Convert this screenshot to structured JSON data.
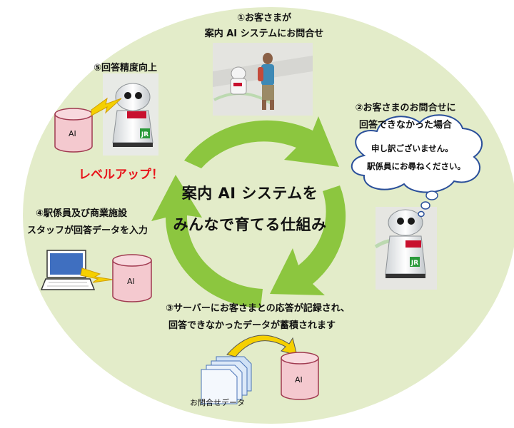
{
  "center": {
    "line1": "案内 AI システムを",
    "line2": "みんなで育てる仕組み"
  },
  "steps": {
    "s1": {
      "line1": "①お客さまが",
      "line2": "案内 AI システムにお問合せ"
    },
    "s2": {
      "line1": "②お客さまのお問合せに",
      "line2": "回答できなかった場合"
    },
    "s3": {
      "line1": "③サーバーにお客さまとの応答が記録され、",
      "line2": "回答できなかったデータが蓄積されます"
    },
    "s4": {
      "line1": "④駅係員及び商業施設",
      "line2": "スタッフが回答データを入力"
    },
    "s5": {
      "line1": "⑤回答精度向上"
    }
  },
  "level_up": "レベルアップ！",
  "bubble": {
    "line1": "申し訳ございません。",
    "line2": "駅係員にお尋ねください。"
  },
  "ai_label": "AI",
  "data_label": "お問合せデータ",
  "robot_logo": "JR",
  "colors": {
    "circle_bg": "#e3ecc9",
    "arrow_green": "#8cc63f",
    "cylinder_fill": "#f4c9cf",
    "cylinder_stroke": "#a03a50",
    "lightning": "#f5d000",
    "robot_display": "#c8102e",
    "jr_green": "#2a9a3a",
    "bubble_stroke": "#2a4f9a",
    "laptop_screen": "#3f6fc0"
  }
}
